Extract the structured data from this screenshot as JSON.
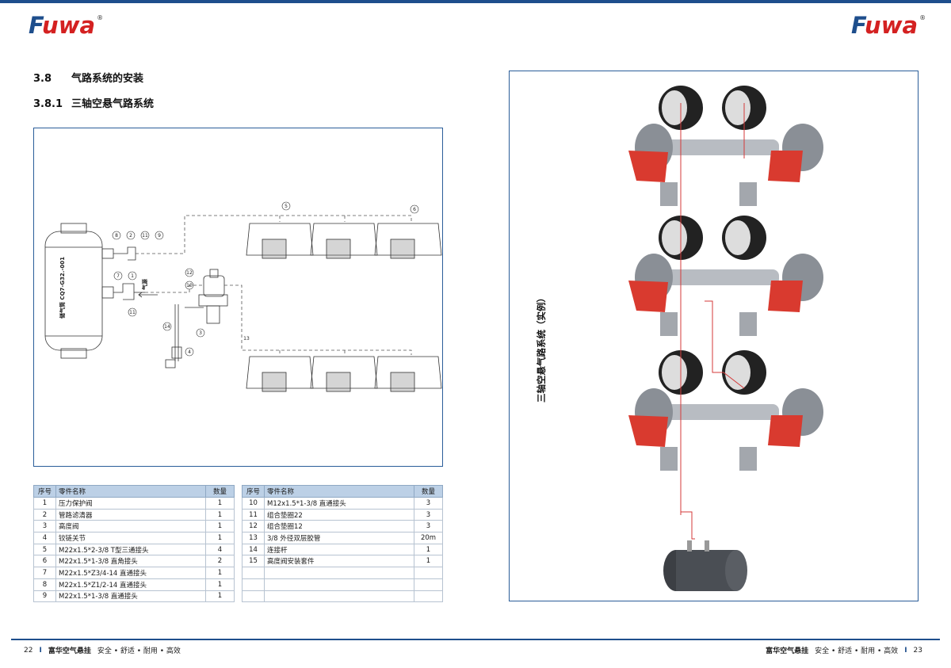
{
  "brand": {
    "logo_text_first": "F",
    "logo_text_rest": "uwa",
    "registered": "®"
  },
  "headings": {
    "section": {
      "number": "3.8",
      "title": "气路系统的安装"
    },
    "subsection": {
      "number": "3.8.1",
      "title": "三轴空悬气路系统"
    }
  },
  "diagram": {
    "tank_label": "储气筒 CQ7-G32.-001",
    "air_source_label": "气源",
    "callouts": [
      "1",
      "2",
      "3",
      "4",
      "5",
      "6",
      "7",
      "8",
      "9",
      "10",
      "11",
      "12",
      "13",
      "14"
    ]
  },
  "photo": {
    "caption": "三轴空悬气路系统（实例）"
  },
  "parts_table": {
    "headers": {
      "index": "序号",
      "name": "零件名称",
      "qty": "数量"
    },
    "left_rows": [
      {
        "index": "1",
        "name": "压力保护阀",
        "qty": "1"
      },
      {
        "index": "2",
        "name": "管路滤清器",
        "qty": "1"
      },
      {
        "index": "3",
        "name": "高度阀",
        "qty": "1"
      },
      {
        "index": "4",
        "name": "铰链关节",
        "qty": "1"
      },
      {
        "index": "5",
        "name": "M22x1.5*2-3/8 T型三通接头",
        "qty": "4"
      },
      {
        "index": "6",
        "name": "M22x1.5*1-3/8 直角接头",
        "qty": "2"
      },
      {
        "index": "7",
        "name": "M22x1.5*Z3/4-14 直通接头",
        "qty": "1"
      },
      {
        "index": "8",
        "name": "M22x1.5*Z1/2-14 直通接头",
        "qty": "1"
      },
      {
        "index": "9",
        "name": "M22x1.5*1-3/8 直通接头",
        "qty": "1"
      }
    ],
    "right_rows": [
      {
        "index": "10",
        "name": "M12x1.5*1-3/8 直通接头",
        "qty": "3"
      },
      {
        "index": "11",
        "name": "组合垫圈22",
        "qty": "3"
      },
      {
        "index": "12",
        "name": "组合垫圈12",
        "qty": "3"
      },
      {
        "index": "13",
        "name": "3/8 外径双层胶管",
        "qty": "20m"
      },
      {
        "index": "14",
        "name": "连接杆",
        "qty": "1"
      },
      {
        "index": "15",
        "name": "高度阀安装套件",
        "qty": "1"
      },
      {
        "index": "",
        "name": "",
        "qty": ""
      },
      {
        "index": "",
        "name": "",
        "qty": ""
      },
      {
        "index": "",
        "name": "",
        "qty": ""
      }
    ]
  },
  "footer": {
    "left_page": "22",
    "right_page": "23",
    "company": "富华空气悬挂",
    "slogan": "安全 • 舒适 • 耐用 • 高效",
    "separator": "I"
  },
  "colors": {
    "brand_blue": "#1e4e8c",
    "brand_red": "#d42121",
    "table_header": "#bcd0e6",
    "air_line": "#d43a3a"
  }
}
